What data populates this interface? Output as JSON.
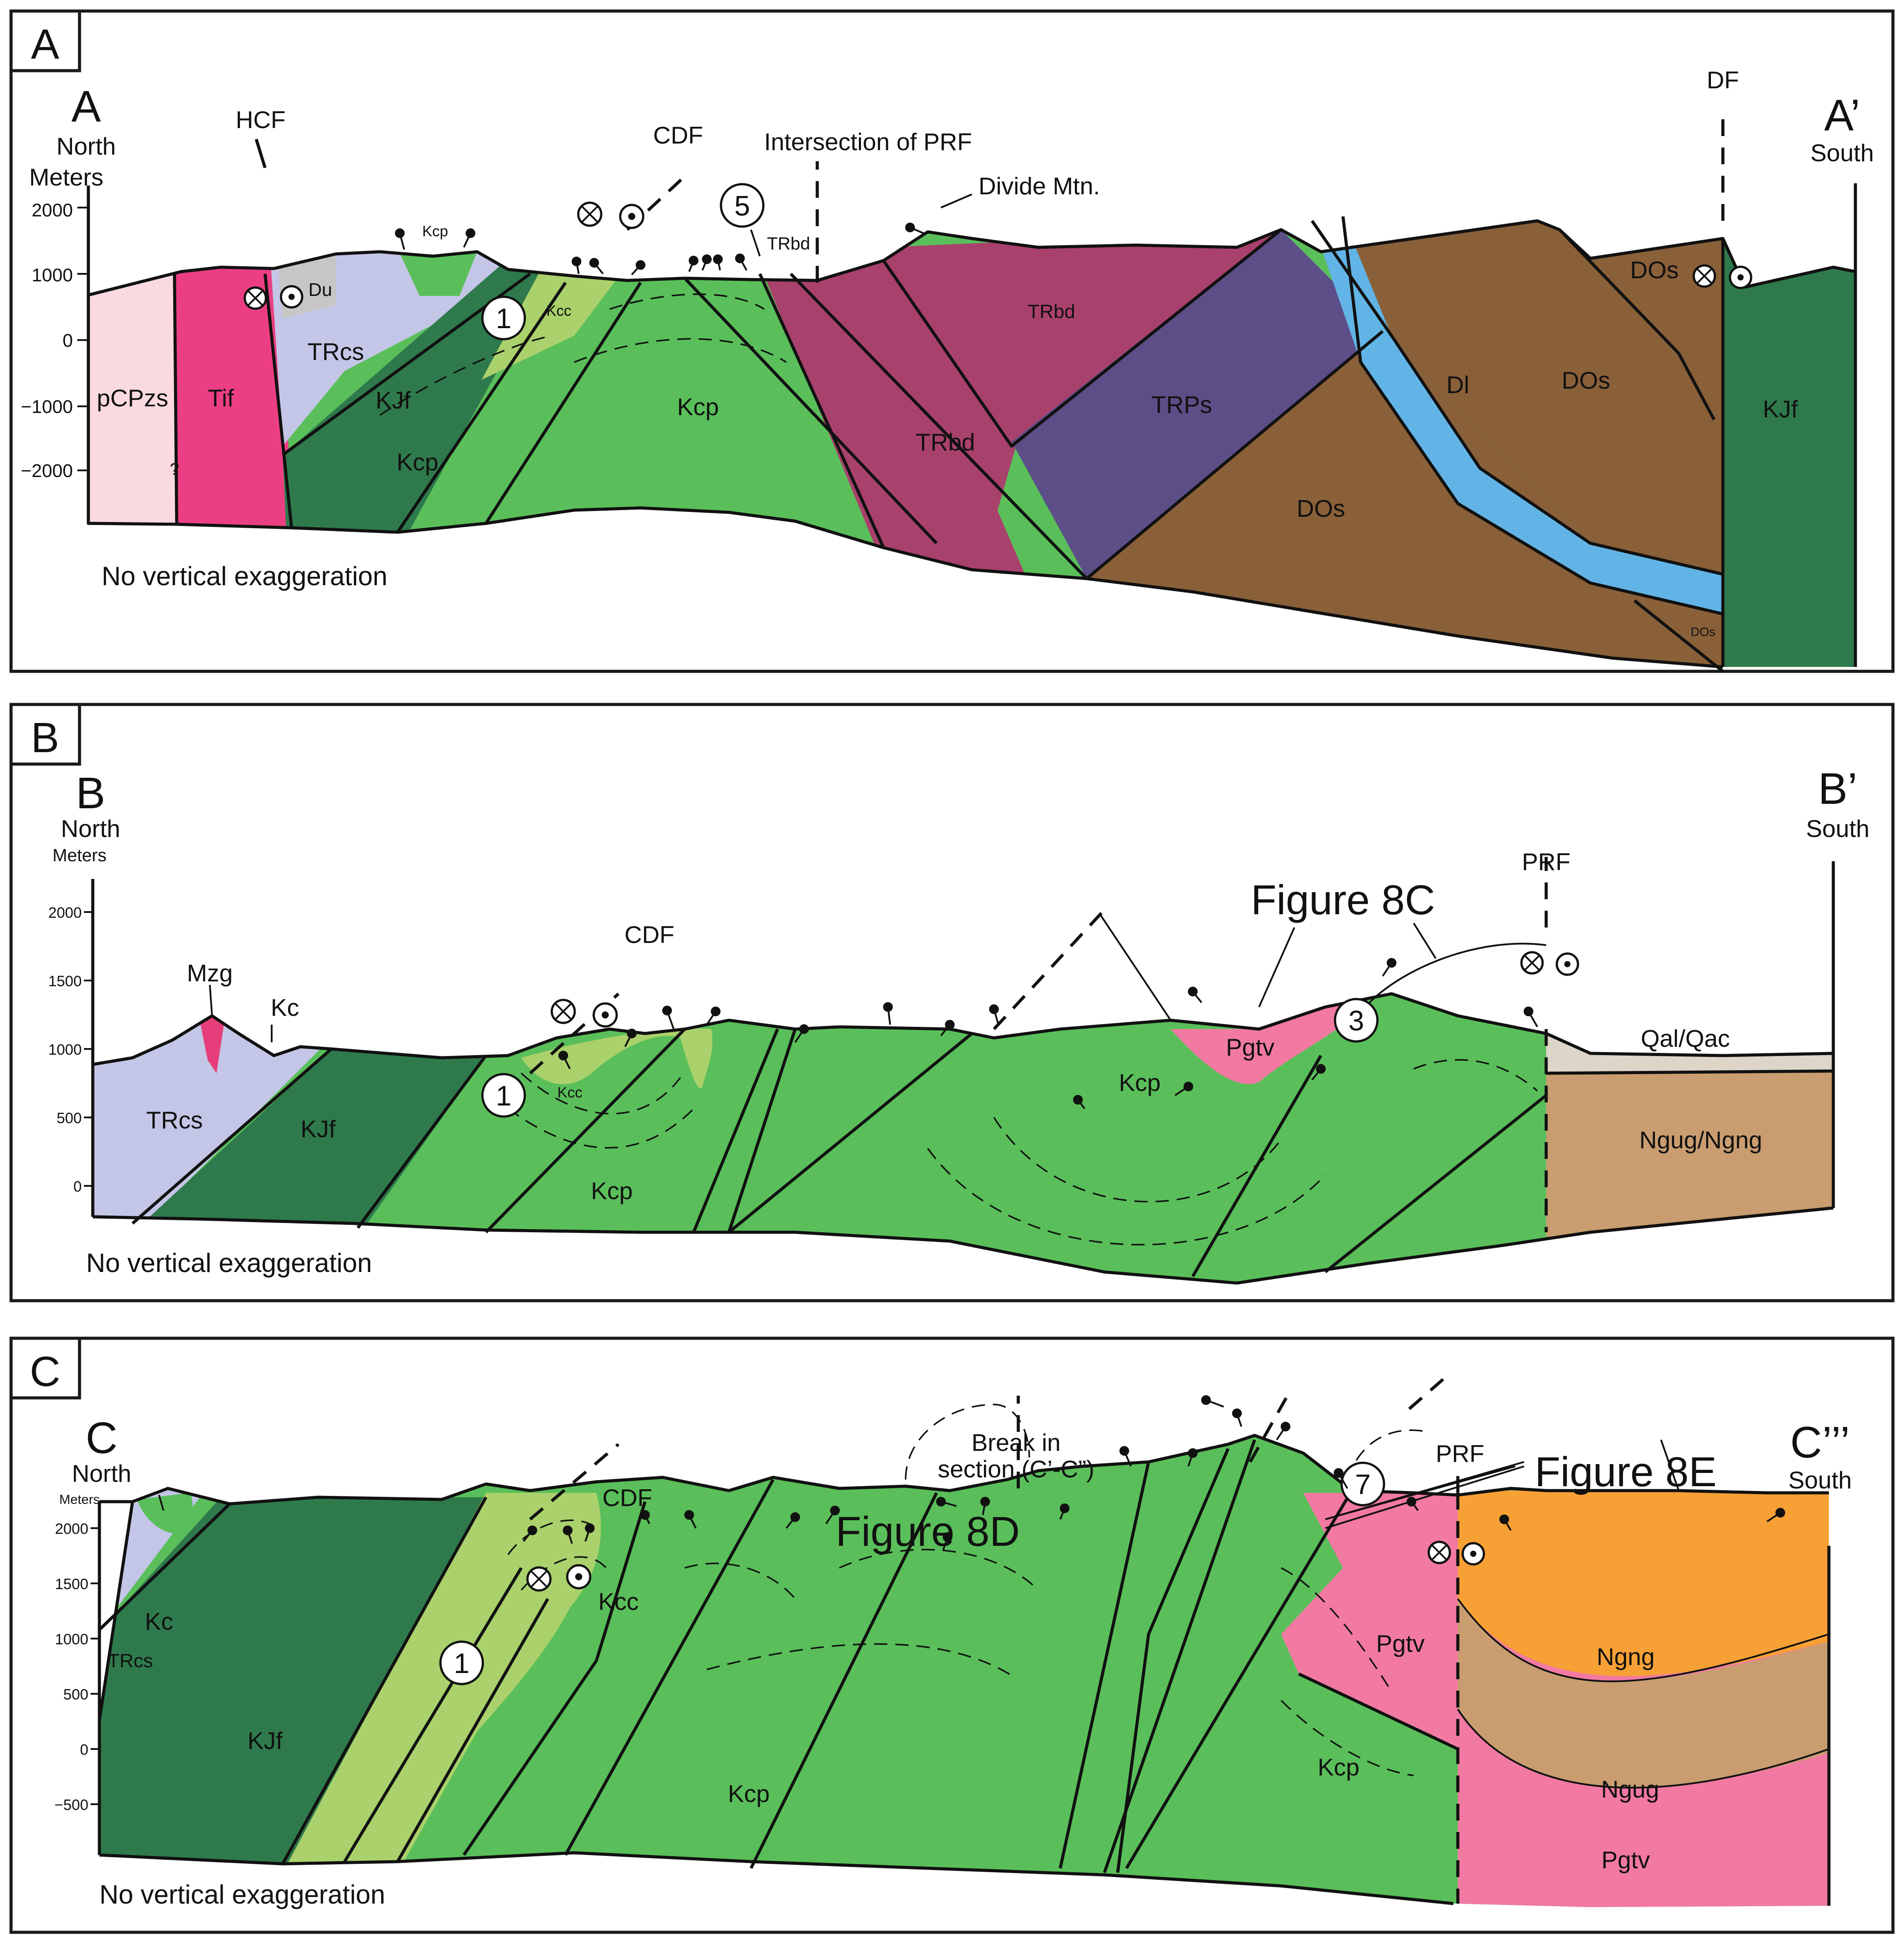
{
  "colors": {
    "kcp": "#5abf5a",
    "kcc": "#aad16b",
    "kjf": "#2f7a4c",
    "trcs": "#c3c6e6",
    "tif": "#ec3f83",
    "pcpzs": "#fbd9e0",
    "du": "#c8c6c4",
    "trbd": "#a9416d",
    "trps": "#5c4e87",
    "dos": "#8a6039",
    "dl": "#62b4e6",
    "pgtv": "#f27aa2",
    "ngng": "#f7a035",
    "ngug": "#c99d70",
    "qal": "#ddd5c8",
    "mzg": "#e53e7a"
  },
  "panels": {
    "a": {
      "panel_label": "A",
      "start_label": "A",
      "start_dir": "North",
      "unit_label": "Meters",
      "end_label": "A’",
      "end_dir": "South",
      "y_ticks": [
        "2000",
        "1000",
        "0",
        "−1000",
        "−2000"
      ],
      "faults": {
        "hcf": "HCF",
        "cdf": "CDF",
        "prf": "Intersection of PRF",
        "divide": "Divide Mtn.",
        "df": "DF"
      },
      "units": {
        "pcpzs": "pCPzs",
        "tif": "Tif",
        "du": "Du",
        "trcs": "TRcs",
        "kjf": "KJf",
        "kcp_top": "Kcp",
        "kcc": "Kcc",
        "kcp_left": "Kcp",
        "kcp_main": "Kcp",
        "trbd_small": "TRbd",
        "trbd_upper": "TRbd",
        "trbd_lower": "TRbd",
        "trps": "TRPs",
        "dl": "Dl",
        "dos_upper_right": "DOs",
        "dos_right": "DOs",
        "dos_main": "DOs",
        "dos_small": "DOs",
        "kjf_right": "KJf"
      },
      "question": "?",
      "station_1": "1",
      "station_5": "5",
      "note": "No vertical exaggeration"
    },
    "b": {
      "panel_label": "B",
      "start_label": "B",
      "start_dir": "North",
      "unit_label": "Meters",
      "end_label": "B’",
      "end_dir": "South",
      "y_ticks": [
        "2000",
        "1500",
        "1000",
        "500",
        "0"
      ],
      "faults": {
        "cdf": "CDF",
        "prf": "PRF"
      },
      "figure_ref": "Figure 8C",
      "units": {
        "mzg": "Mzg",
        "kc": "Kc",
        "trcs": "TRcs",
        "kjf": "KJf",
        "kcc": "Kcc",
        "kcp_left": "Kcp",
        "kcp_right": "Kcp",
        "pgtv": "Pgtv",
        "qal": "Qal/Qac",
        "ngug": "Ngug/Ngng"
      },
      "station_1": "1",
      "station_3": "3",
      "note": "No vertical exaggeration"
    },
    "c": {
      "panel_label": "C",
      "start_label": "C",
      "start_dir": "North",
      "unit_label": "Meters",
      "end_label": "C’’’",
      "end_dir": "South",
      "y_ticks": [
        "2000",
        "1500",
        "1000",
        "500",
        "0",
        "−500"
      ],
      "faults": {
        "cdf": "CDF",
        "prf": "PRF"
      },
      "break_line1": "Break in",
      "break_line2": "section (C’-C”)",
      "figure_ref_d": "Figure 8D",
      "figure_ref_e": "Figure 8E",
      "units": {
        "kc": "Kc",
        "trcs": "TRcs",
        "kjf": "KJf",
        "kcc": "Kcc",
        "kcp_mid": "Kcp",
        "kcp_right": "Kcp",
        "pgtv_small": "Pgtv",
        "ngng": "Ngng",
        "ngug": "Ngug",
        "pgtv": "Pgtv"
      },
      "station_1": "1",
      "station_7": "7",
      "note": "No vertical exaggeration"
    }
  }
}
